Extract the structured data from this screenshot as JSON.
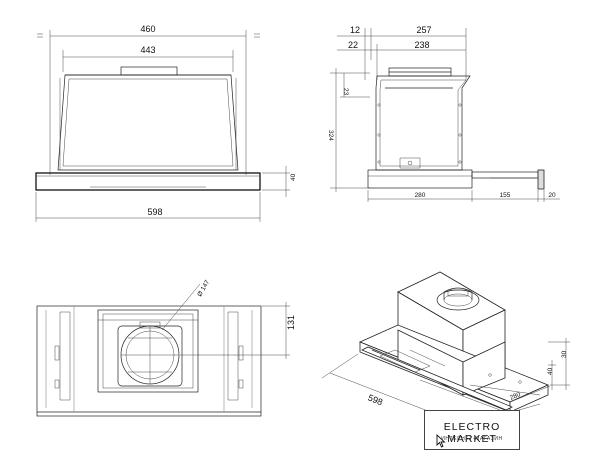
{
  "front_view": {
    "overall_width": "460",
    "inner_width": "443",
    "total_width": "598",
    "front_height": "40"
  },
  "side_view": {
    "top_offset": "12",
    "top_depth": "257",
    "inner_offset": "22",
    "inner_depth": "238",
    "top_drop": "23",
    "height": "324",
    "body_depth": "280",
    "slide_out": "155",
    "panel_depth": "20"
  },
  "bottom_view": {
    "outlet_diameter": "Ø 147",
    "outlet_offset": "131"
  },
  "iso_view": {
    "width": "598",
    "depth": "280",
    "height": "30",
    "front_panel": "40"
  },
  "logo": {
    "title": "ELECTRO MARKET",
    "subtitle": "ИНТЕРНЕТ-МАГАЗИН"
  }
}
